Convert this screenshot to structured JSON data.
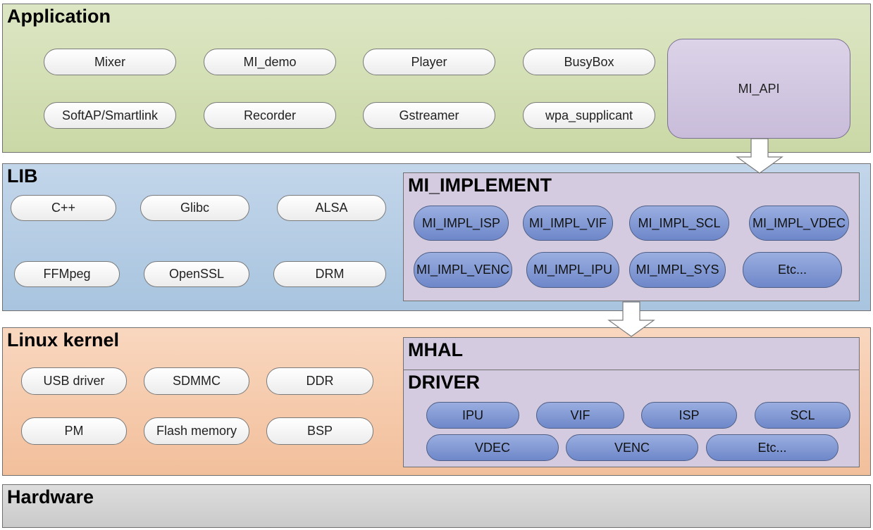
{
  "layers": {
    "application": {
      "title": "Application",
      "items": [
        "Mixer",
        "MI_demo",
        "Player",
        "BusyBox",
        "SoftAP/Smartlink",
        "Recorder",
        "Gstreamer",
        "wpa_supplicant"
      ],
      "api": "MI_API",
      "color": "#d4dfb5"
    },
    "lib": {
      "title": "LIB",
      "items": [
        "C++",
        "Glibc",
        "ALSA",
        "FFMpeg",
        "OpenSSL",
        "DRM"
      ],
      "color": "#b3cde4",
      "mi_implement": {
        "title": "MI_IMPLEMENT",
        "items": [
          "MI_IMPL_ISP",
          "MI_IMPL_VIF",
          "MI_IMPL_SCL",
          "MI_IMPL_VDEC",
          "MI_IMPL_VENC",
          "MI_IMPL_IPU",
          "MI_IMPL_SYS",
          "Etc..."
        ]
      }
    },
    "kernel": {
      "title": "Linux kernel",
      "items": [
        "USB driver",
        "SDMMC",
        "DDR",
        "PM",
        "Flash memory",
        "BSP"
      ],
      "color": "#f6c9a9",
      "mhal": "MHAL",
      "driver": {
        "title": "DRIVER",
        "items": [
          "IPU",
          "VIF",
          "ISP",
          "SCL",
          "VDEC",
          "VENC",
          "Etc..."
        ]
      }
    },
    "hardware": {
      "title": "Hardware",
      "color": "#d4d4d4"
    }
  }
}
